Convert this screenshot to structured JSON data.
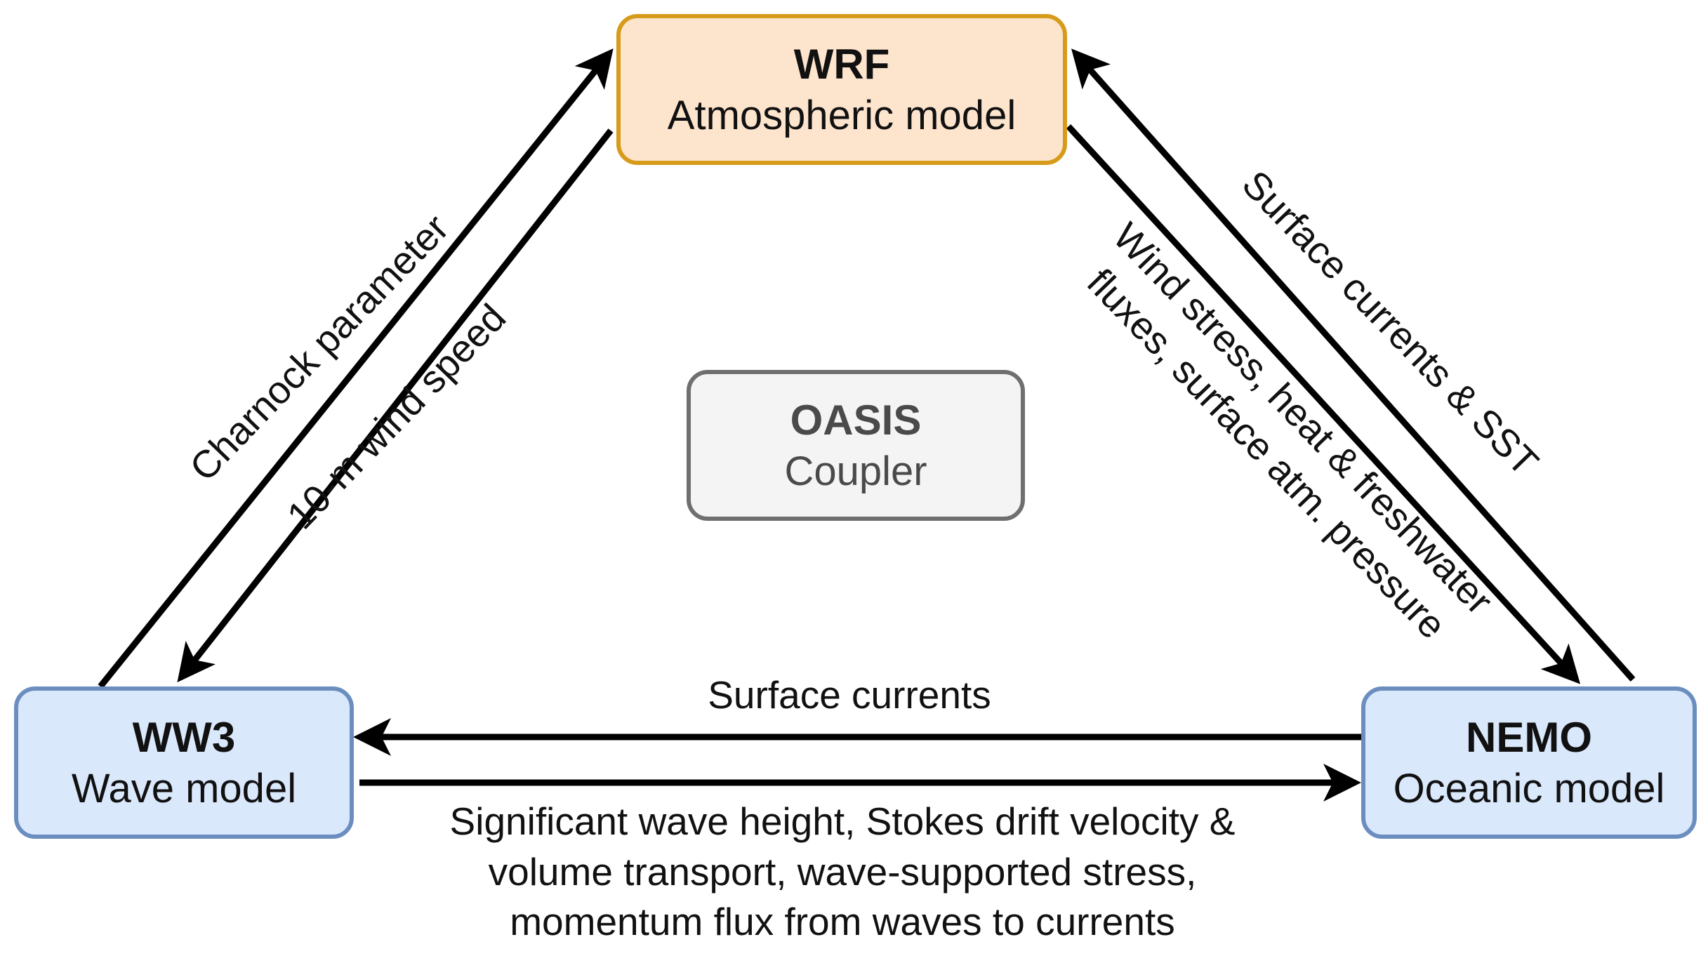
{
  "nodes": {
    "wrf": {
      "title": "WRF",
      "subtitle": "Atmospheric model"
    },
    "oasis": {
      "title": "OASIS",
      "subtitle": "Coupler"
    },
    "ww3": {
      "title": "WW3",
      "subtitle": "Wave model"
    },
    "nemo": {
      "title": "NEMO",
      "subtitle": "Oceanic model"
    }
  },
  "edges": {
    "charnock": "Charnock parameter",
    "wind_speed": "10-m wind speed",
    "sst": "Surface currents & SST",
    "wind_stress_line1": "Wind stress, heat & freshwater",
    "wind_stress_line2": "fluxes, surface atm. pressure",
    "surface_currents": "Surface currents",
    "wave_to_ocean_line1": "Significant wave height, Stokes drift velocity &",
    "wave_to_ocean_line2": "volume transport, wave-supported stress,",
    "wave_to_ocean_line3": "momentum flux from waves to currents"
  },
  "colors": {
    "wrf_fill": "#fde4cd",
    "wrf_border": "#d79b1b",
    "oasis_fill": "#f4f4f4",
    "oasis_border": "#6f6f6f",
    "model_fill": "#dae8fc",
    "model_border": "#6c8ebf",
    "arrow": "#000000"
  }
}
